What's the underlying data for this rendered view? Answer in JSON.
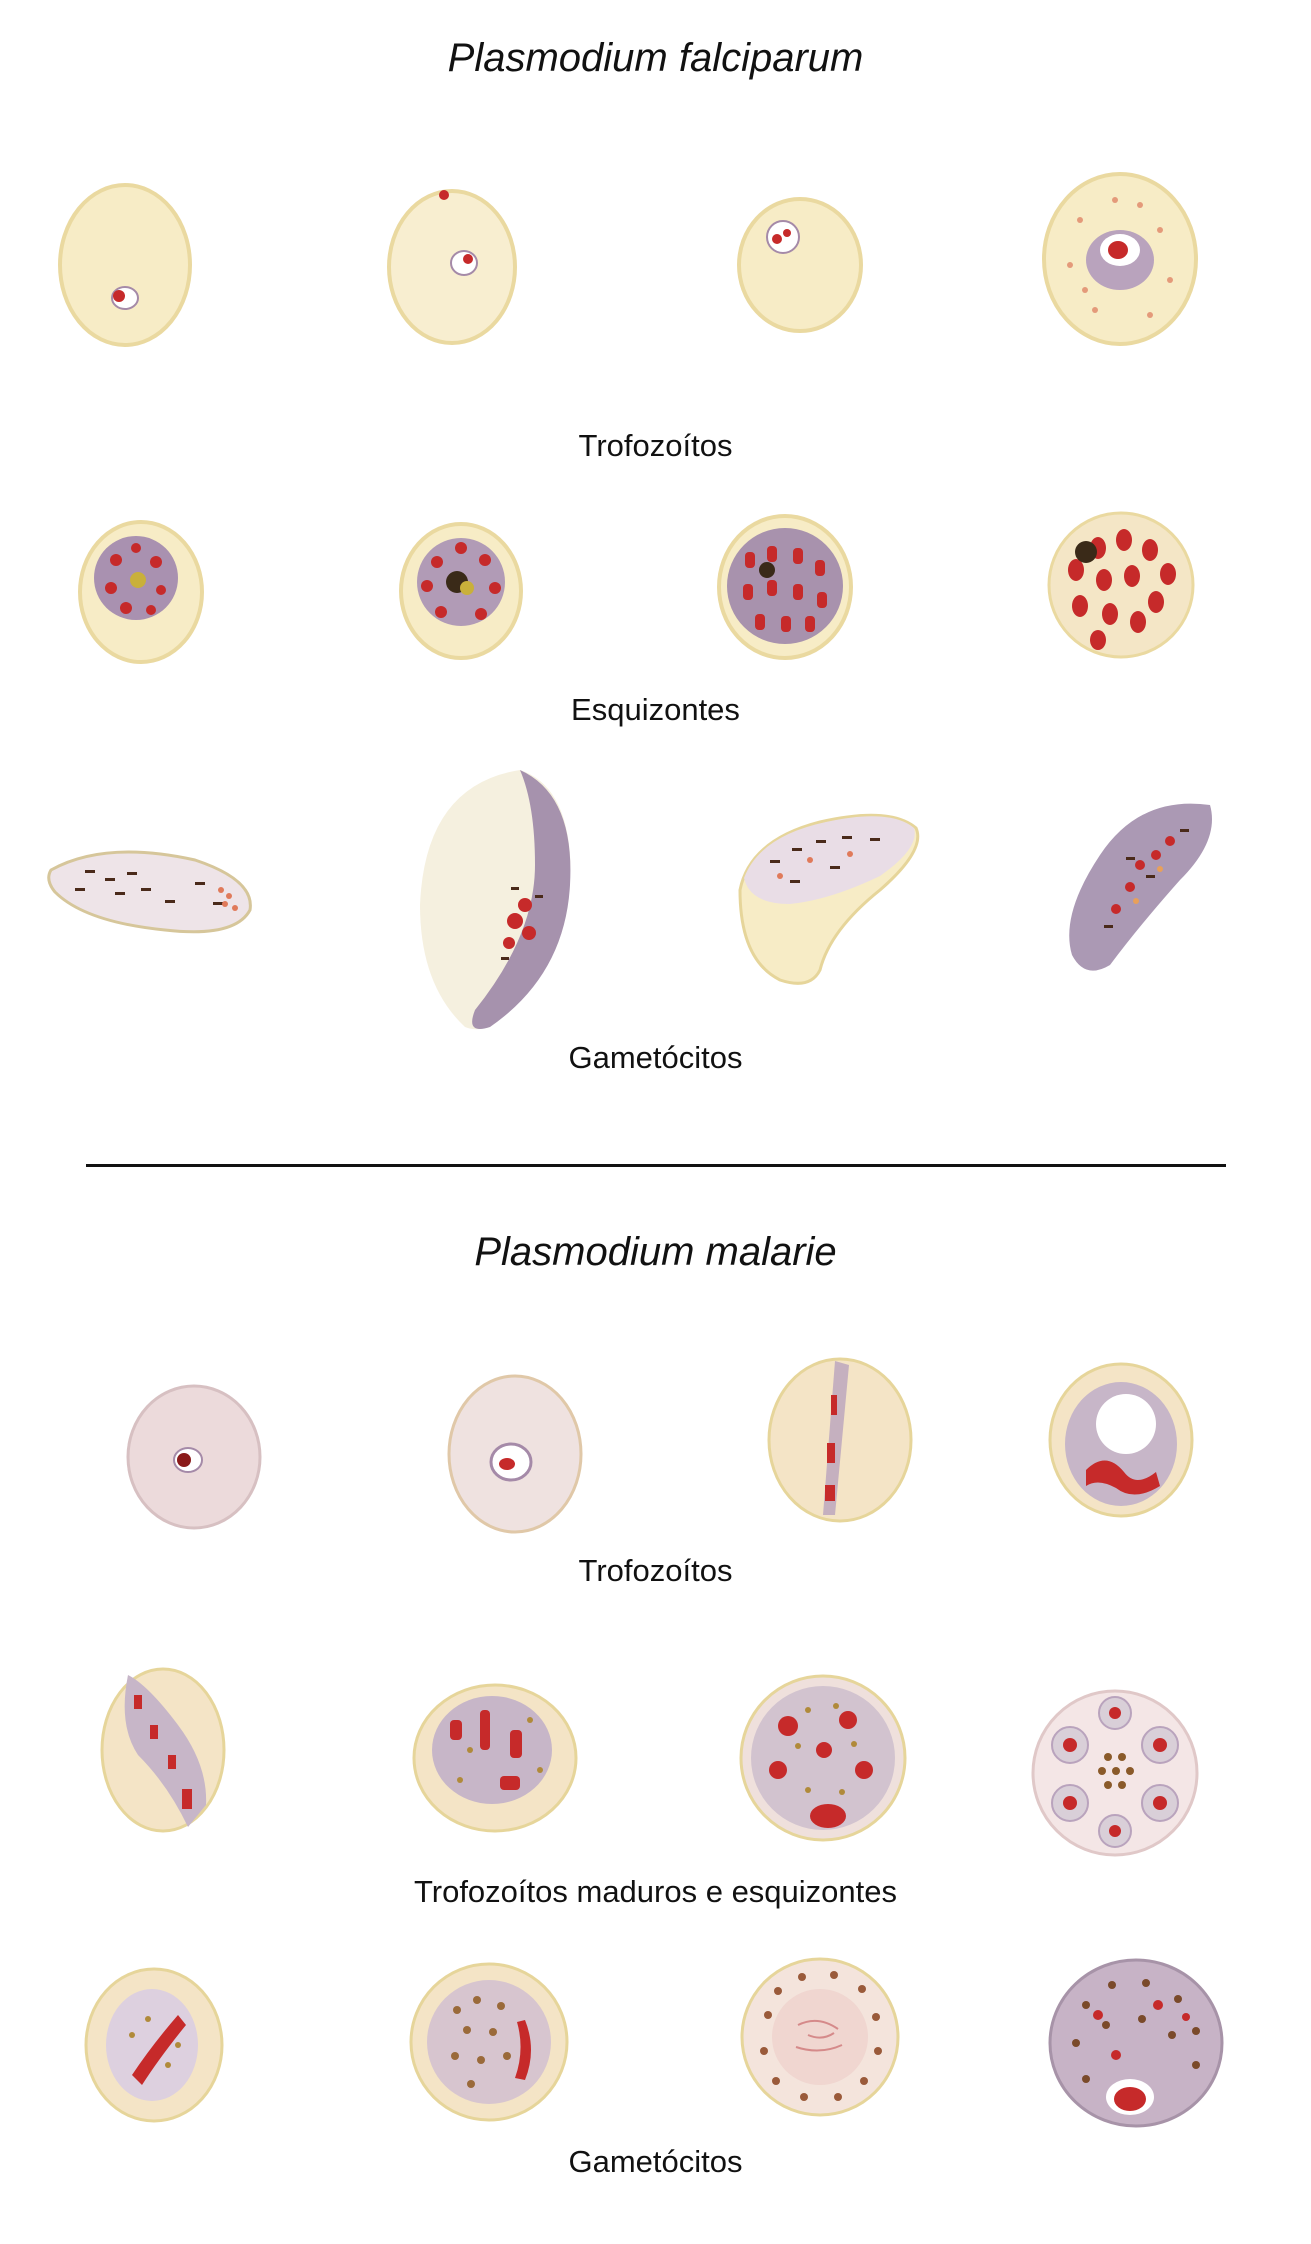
{
  "sections": [
    {
      "title": "Plasmodium falciparum",
      "groups": [
        {
          "label": "Trofozoítos",
          "cells": [
            "ring-small",
            "ring-edge",
            "ring-double",
            "trophozoite-stippled"
          ]
        },
        {
          "label": "Esquizontes",
          "cells": [
            "schizont-early",
            "schizont-mid",
            "schizont-late",
            "schizont-mature"
          ]
        },
        {
          "label": "Gametócitos",
          "cells": [
            "gametocyte-banana",
            "gametocyte-crescent",
            "gametocyte-curved",
            "gametocyte-kidney"
          ]
        }
      ]
    },
    {
      "title": "Plasmodium malarie",
      "groups": [
        {
          "label": "Trofozoítos",
          "cells": [
            "ring-small",
            "ring-large",
            "band-form",
            "amoeboid"
          ]
        },
        {
          "label": "Trofozoítos maduros e esquizontes",
          "cells": [
            "band-mature",
            "schizont-early",
            "schizont-pigmented",
            "rosette"
          ]
        },
        {
          "label": "Gametócitos",
          "cells": [
            "gametocyte-young",
            "gametocyte-pigmented",
            "gametocyte-round",
            "gametocyte-mature"
          ]
        }
      ]
    }
  ],
  "colors": {
    "cell_fill": "#f7ecc6",
    "cell_edge": "#e6d59a",
    "cell_fill_pink": "#ecdadb",
    "parasite_red": "#c62a2a",
    "parasite_purple": "#9b86a8",
    "pigment_dark": "#4a2a1a"
  }
}
